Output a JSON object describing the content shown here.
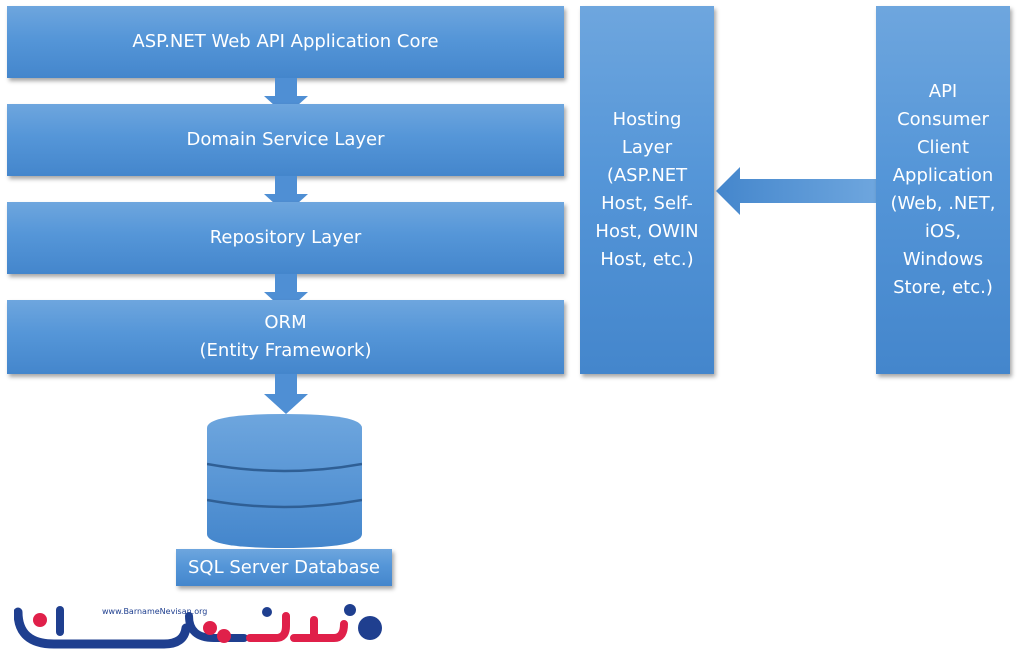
{
  "diagram": {
    "layers": [
      {
        "lines": [
          "ASP.NET Web API Application Core"
        ]
      },
      {
        "lines": [
          "Domain Service Layer"
        ]
      },
      {
        "lines": [
          "Repository Layer"
        ]
      },
      {
        "lines": [
          "ORM",
          "(Entity Framework)"
        ]
      }
    ],
    "database": {
      "label": "SQL Server Database"
    },
    "hosting": {
      "lines": [
        "Hosting",
        "Layer",
        "(ASP.NET",
        "Host, Self-",
        "Host, OWIN",
        "Host, etc.)"
      ]
    },
    "consumer": {
      "lines": [
        "API",
        "Consumer",
        "Client",
        "Application",
        "(Web, .NET,",
        "iOS,",
        "Windows",
        "Store, etc.)"
      ]
    },
    "colors": {
      "box": "#5596d8",
      "box_light": "#6ea6de",
      "box_dark": "#4486cc",
      "text": "#ffffff"
    }
  },
  "watermark": {
    "url": "www.BarnameNevisan.org",
    "colors": {
      "blue": "#1f3f8f",
      "red": "#e0204a"
    }
  }
}
